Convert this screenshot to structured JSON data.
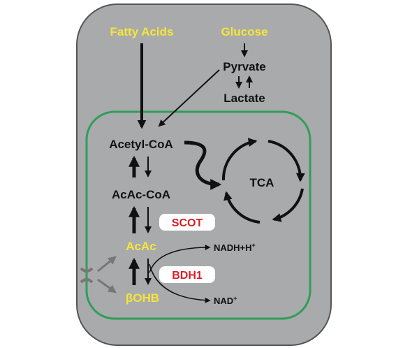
{
  "inputs": {
    "fatty_acids": "Fatty Acids",
    "glucose": "Glucose",
    "pyruvate": "Pyrvate",
    "lactate": "Lactate"
  },
  "metabolites": {
    "acetyl_coa": "Acetyl-CoA",
    "acac_coa": "AcAc-CoA",
    "acac": "AcAc",
    "bohb": "βOHB",
    "tca": "TCA",
    "nadh": "NADH+H",
    "nadh_sup": "+",
    "nad": "NAD",
    "nad_sup": "+"
  },
  "enzymes": {
    "scot": "SCOT",
    "bdh1": "BDH1"
  },
  "colors": {
    "cell_fill": "#a9aaab",
    "cell_stroke": "#555555",
    "mito_stroke": "#2f9e5a",
    "highlight_text": "#f5e63a",
    "enzyme_text": "#d81f26",
    "enzyme_box": "#ffffff",
    "arrow": "#111111",
    "transporter": "#777777"
  },
  "icons": {
    "transporter": "transporter-icon"
  }
}
